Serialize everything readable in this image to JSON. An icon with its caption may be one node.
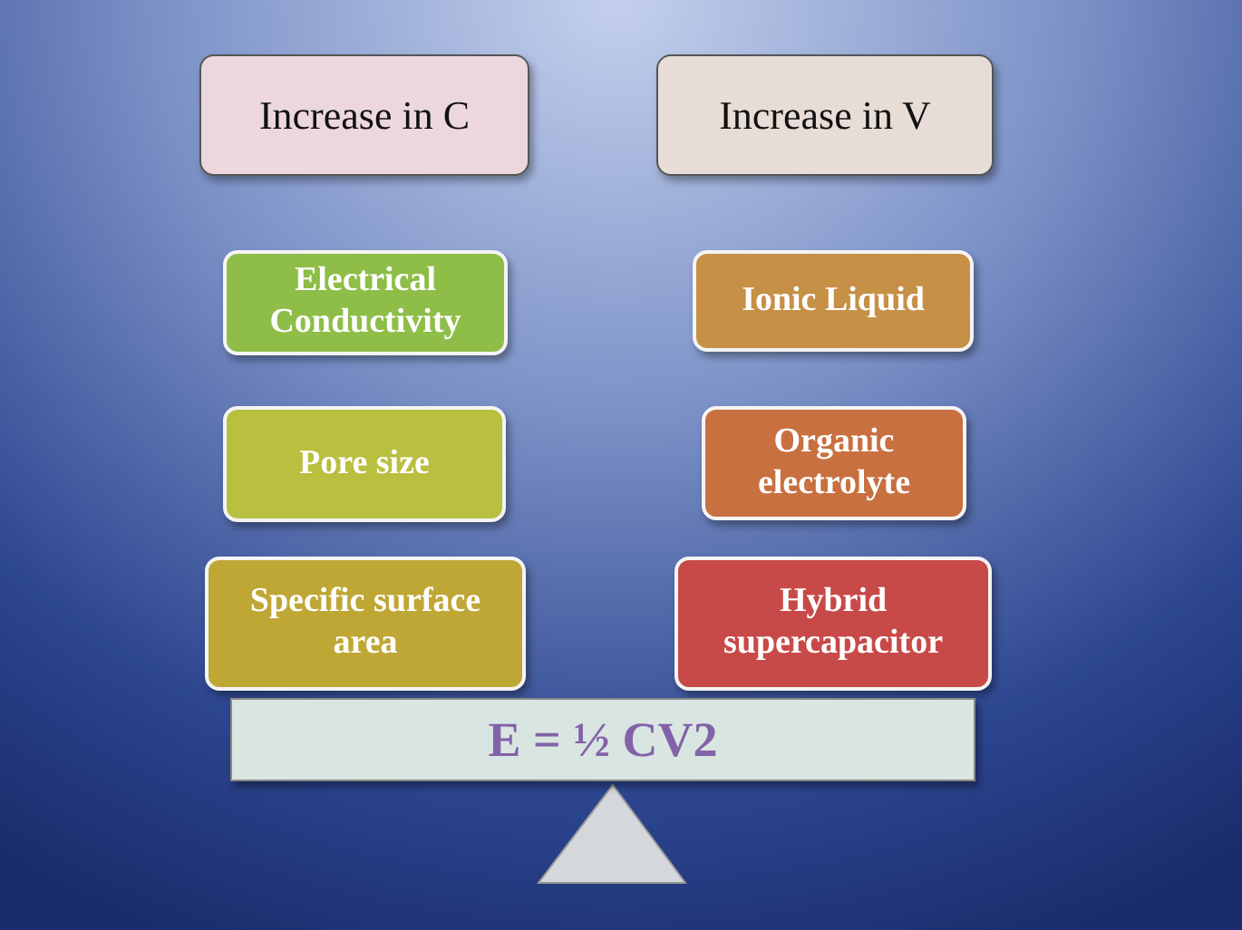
{
  "diagram": {
    "nodes": [
      {
        "text": [
          "Increase in C"
        ]
      },
      {
        "text": [
          "Increase in V"
        ]
      },
      {
        "text": [
          "Electrical Conductivity"
        ]
      },
      {
        "text": [
          "Ionic Liquid"
        ]
      },
      {
        "text": [
          "Pore size"
        ]
      },
      {
        "text": [
          "Organic electrolyte"
        ]
      },
      {
        "text": [
          "Specific surface area"
        ]
      },
      {
        "text": [
          "Hybrid supercapacitor"
        ]
      },
      {
        "text": [
          "E = ½ CV2"
        ]
      }
    ]
  }
}
